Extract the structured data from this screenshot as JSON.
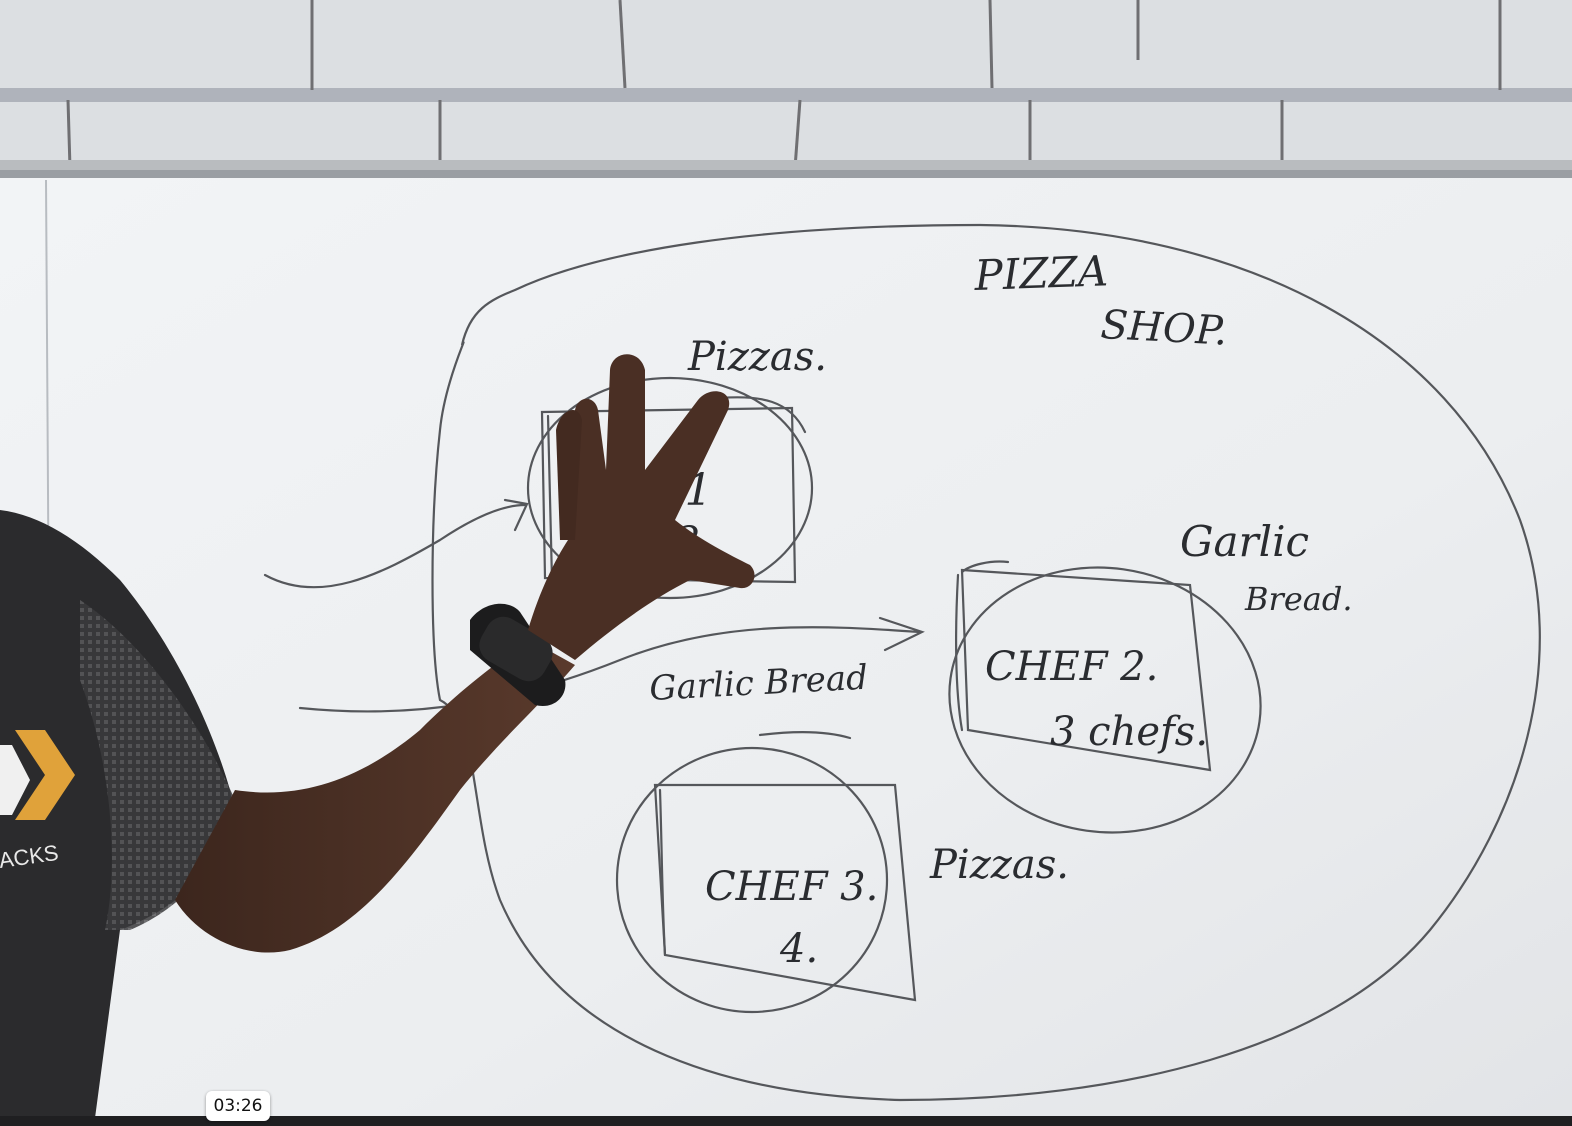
{
  "video": {
    "timestamp": "03:26",
    "progress_fraction": 0.0
  },
  "whiteboard": {
    "title_line1": "PIZZA",
    "title_line2": "SHOP.",
    "label_pizzas_top": "Pizzas.",
    "chef1": "F 1",
    "chef1_count": "2",
    "label_garlic_bread_right_1": "Garlic",
    "label_garlic_bread_right_2": "Bread.",
    "chef2": "CHEF 2.",
    "chef2_count": "3 chefs.",
    "label_garlic_bread_mid": "Garlic Bread",
    "chef3": "CHEF 3.",
    "chef3_count": "4.",
    "label_pizzas_bottom": "Pizzas."
  },
  "shirt": {
    "logo_text": "ACKS"
  },
  "colors": {
    "wall": "#dfe1e3",
    "board": "#eef0f2",
    "marker": "#2a2c30",
    "skin": "#4a2f24",
    "shirt": "#2b2b2d"
  }
}
